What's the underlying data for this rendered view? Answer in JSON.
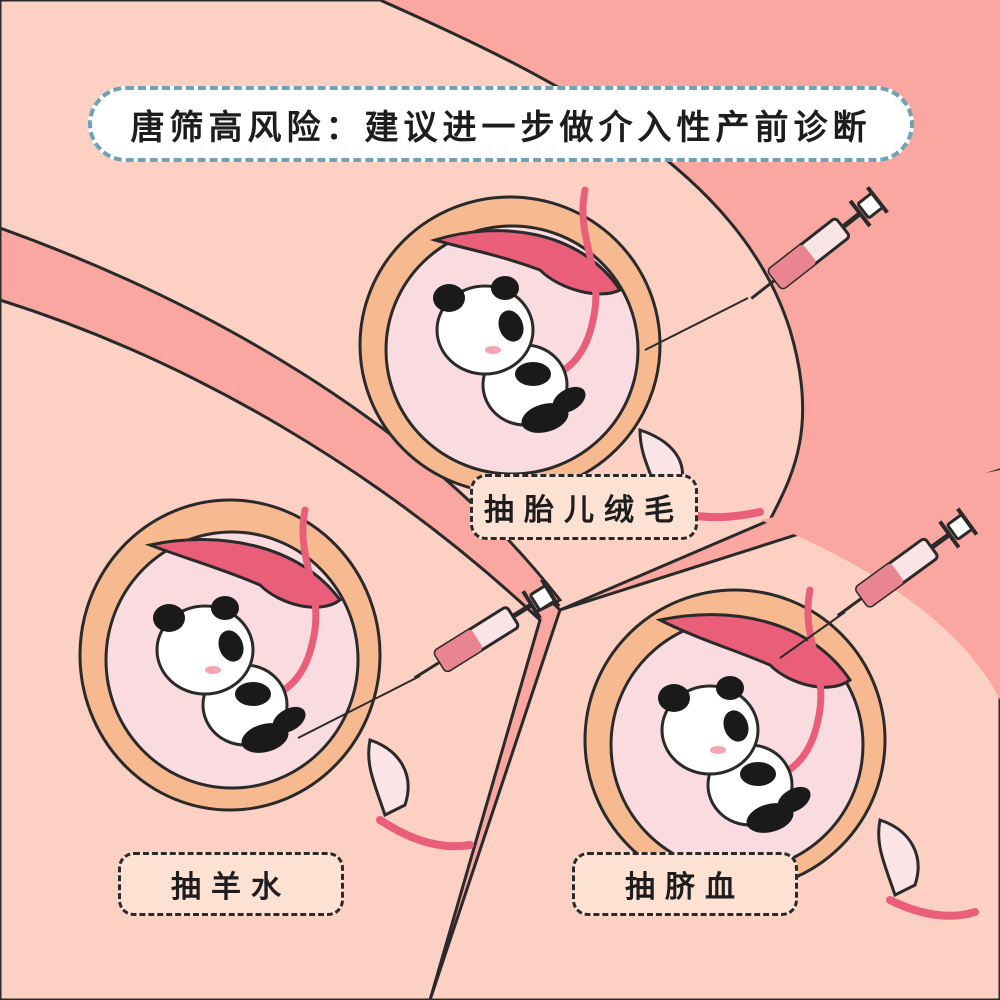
{
  "banner": {
    "text": "唐筛高风险：建议进一步做介入性产前诊断"
  },
  "procedures": [
    {
      "label": "抽胎儿绒毛"
    },
    {
      "label": "抽羊水"
    },
    {
      "label": "抽脐血"
    }
  ],
  "colors": {
    "background": "#f9a7a0",
    "belly": "#fcd0c3",
    "uterus_wall": "#f7b98f",
    "amniotic_sac": "#f9dbe0",
    "placenta": "#e95f7a",
    "banner_border": "#6fa3b4",
    "tag_fill": "#fde1d2"
  },
  "icons": [
    "syringe-icon",
    "panda-fetus-icon",
    "umbilical-cord-icon"
  ]
}
